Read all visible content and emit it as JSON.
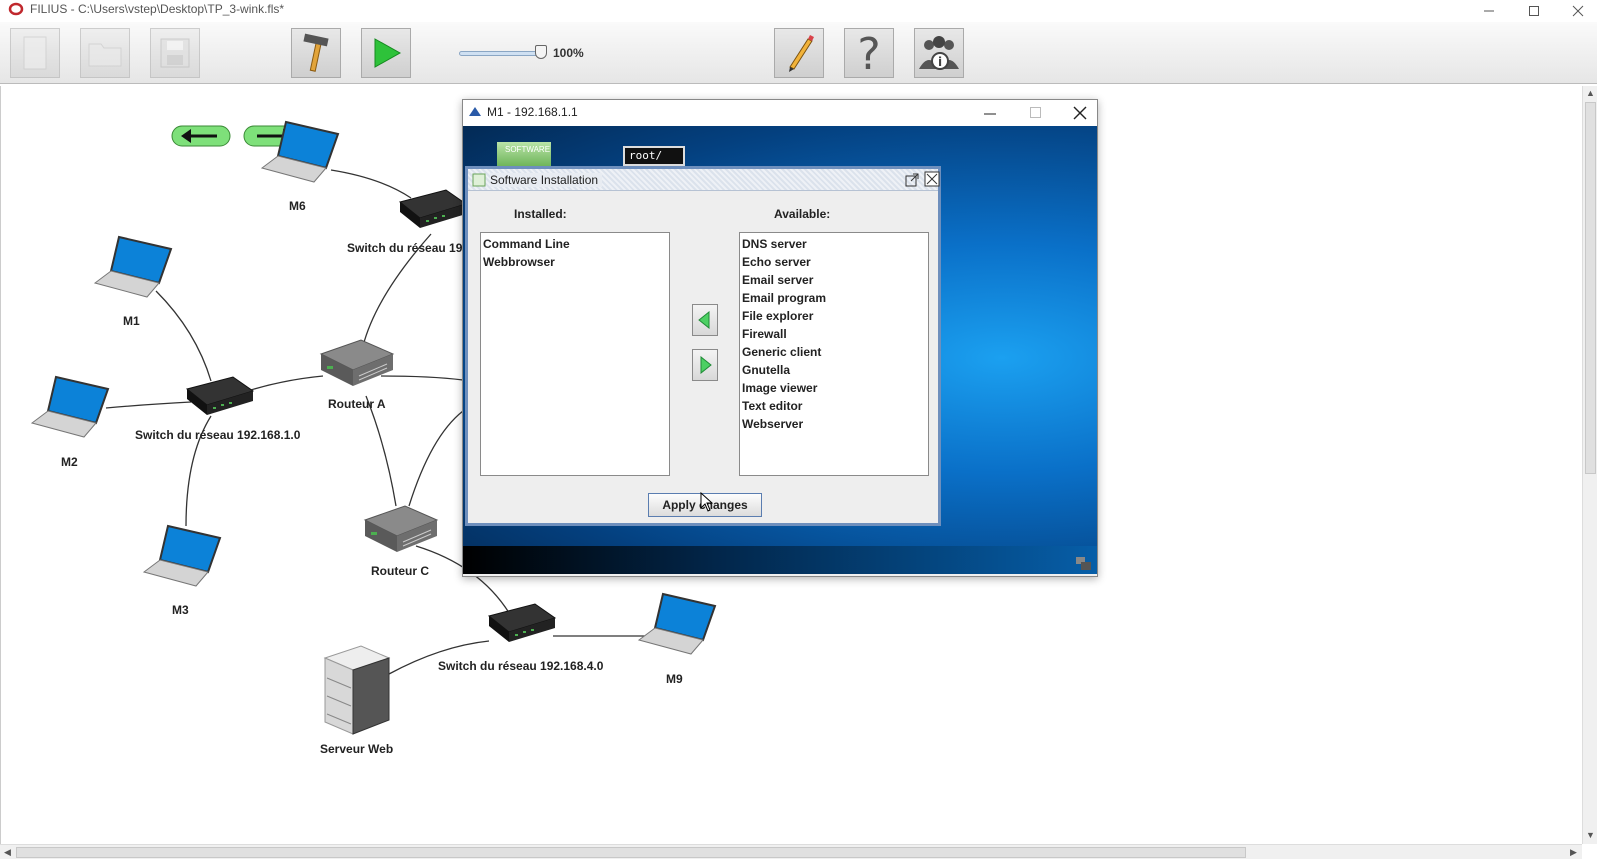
{
  "window": {
    "title": "FILIUS - C:\\Users\\vstep\\Desktop\\TP_3-wink.fls*"
  },
  "toolbar": {
    "zoom_label": "100%",
    "zoom_level": 100
  },
  "network": {
    "nodes": [
      {
        "id": "m6",
        "label": "M6",
        "kind": "laptop"
      },
      {
        "id": "m1",
        "label": "M1",
        "kind": "laptop"
      },
      {
        "id": "m2",
        "label": "M2",
        "kind": "laptop"
      },
      {
        "id": "m3",
        "label": "M3",
        "kind": "laptop"
      },
      {
        "id": "m9",
        "label": "M9",
        "kind": "laptop"
      },
      {
        "id": "switch1",
        "label": "Switch du réseau 192.168.1.0",
        "kind": "switch"
      },
      {
        "id": "switch19",
        "label": "Switch du réseau 19",
        "kind": "switch"
      },
      {
        "id": "switch4",
        "label": "Switch du réseau 192.168.4.0",
        "kind": "switch"
      },
      {
        "id": "routeurA",
        "label": "Routeur A",
        "kind": "router"
      },
      {
        "id": "routeurC",
        "label": "Routeur C",
        "kind": "router"
      },
      {
        "id": "serveur",
        "label": "Serveur Web",
        "kind": "server"
      }
    ]
  },
  "m1_window": {
    "title": "M1 - 192.168.1.1",
    "desktop_icons": {
      "software": "SOFTWARE",
      "terminal": "root/"
    }
  },
  "software_dialog": {
    "title": "Software Installation",
    "installed_label": "Installed:",
    "available_label": "Available:",
    "installed": [
      "Command Line",
      "Webbrowser"
    ],
    "available": [
      "DNS server",
      "Echo server",
      "Email server",
      "Email program",
      "File explorer",
      "Firewall",
      "Generic client",
      "Gnutella",
      "Image viewer",
      "Text editor",
      "Webserver"
    ],
    "apply_label": "Apply changes"
  },
  "colors": {
    "accent_blue": "#0a70c8",
    "nav_green": "#7ee07a",
    "dialog_border": "#6e8fbd"
  }
}
